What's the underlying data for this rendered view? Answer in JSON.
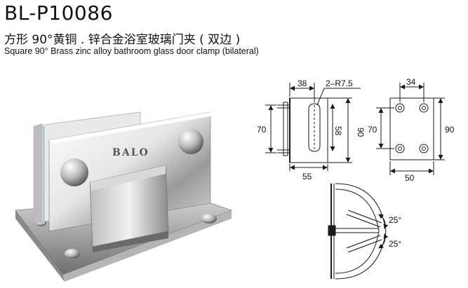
{
  "product": {
    "code": "BL-P10086",
    "name_cn": "方形 90°黄铜 . 锌合金浴室玻璃门夹 ( 双边 )",
    "name_en": "Square 90° Brass zinc alloy bathroom glass door clamp (bilateral)",
    "brand": "BALO"
  },
  "side_view": {
    "dim_top": "38",
    "dim_radius": "2–R7.5",
    "dim_left": "70",
    "dim_inner": "58",
    "dim_right": "90",
    "dim_bottom": "55"
  },
  "front_view": {
    "dim_top": "34",
    "dim_left": "70",
    "dim_right": "90",
    "dim_bottom": "50"
  },
  "rotation": {
    "angle_upper": "25°",
    "angle_lower": "25°"
  },
  "colors": {
    "line": "#1a1a1a",
    "metal_light": "#f4f4f4",
    "metal_dark": "#7a7a7a"
  }
}
